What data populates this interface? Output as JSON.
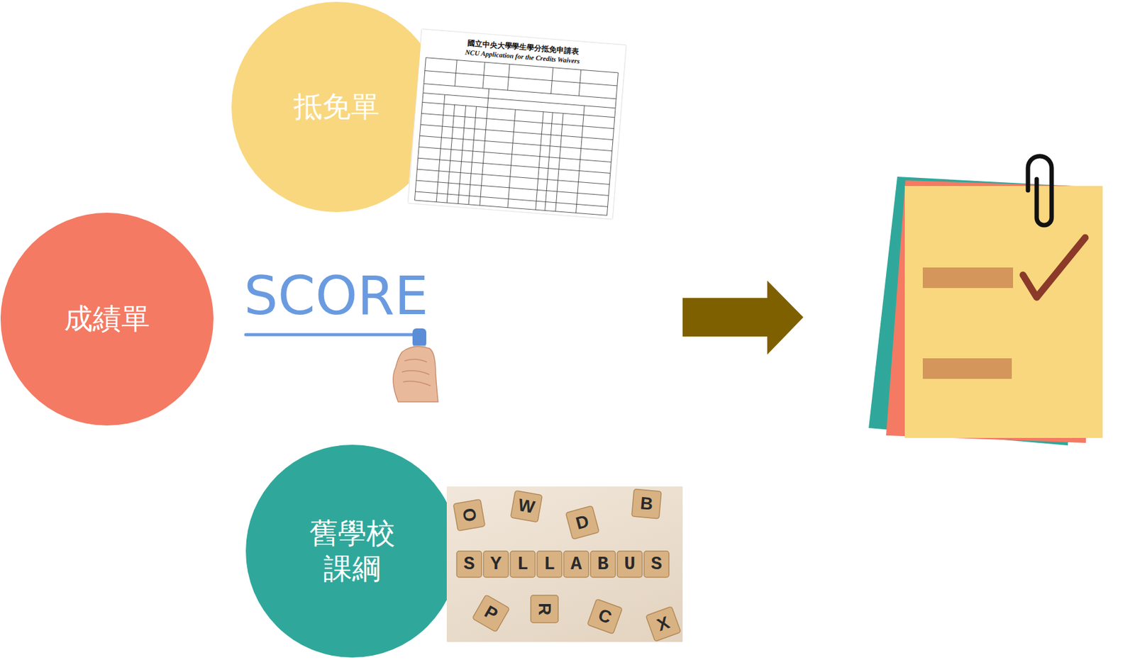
{
  "diagram": {
    "nodes": [
      {
        "text": [
          "抵免單"
        ]
      },
      {
        "text": [
          "成績單"
        ]
      },
      {
        "text": [
          "舊學校 課綱"
        ]
      }
    ],
    "labels": [
      "國立中央大學學生學分抵免申請表",
      "NCU Application for the Credits Waivers",
      "SCORE",
      "SYLLABUS",
      "O",
      "W",
      "D",
      "B",
      "P",
      "R",
      "C",
      "X"
    ]
  }
}
